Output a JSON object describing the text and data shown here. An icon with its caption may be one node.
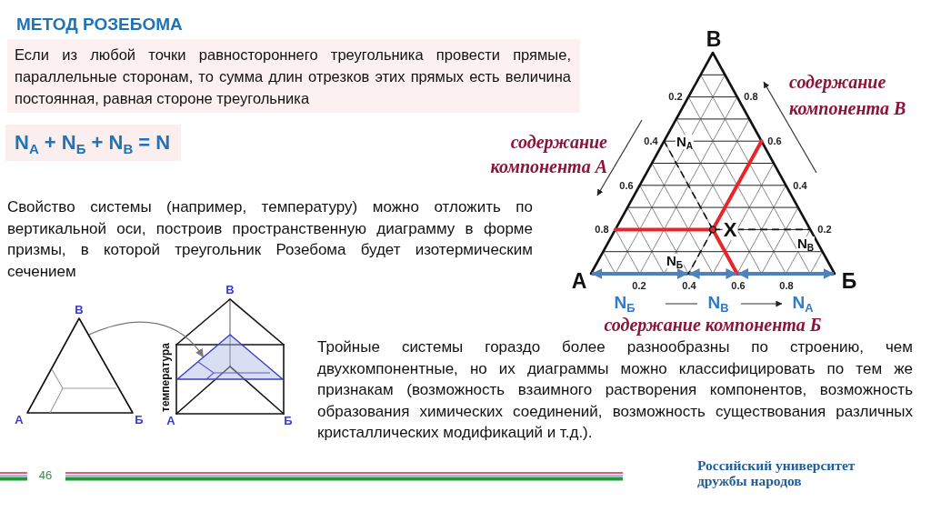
{
  "diagram": {
    "title": "МЕТОД РОЗЕБОМА",
    "nodes": [
      {
        "text": [
          "Если из любой точки равностороннего треугольника провести прямые, параллельные сторонам, то сумма длин отрезков этих прямых есть величина постоянная, равная стороне треугольника"
        ]
      },
      {
        "text": [
          "N$_{А}$ + N$_{Б}$ + N$_{В}$ = N"
        ]
      },
      {
        "text": [],
        "shape": "triangle",
        "beside": [
          "В",
          "А",
          "Б"
        ]
      },
      {
        "text": [],
        "shape": "triangle"
      }
    ],
    "edges": [
      {
        "from": 2,
        "to": 3,
        "arrow": "to"
      }
    ],
    "labels": [
      "Свойство системы (например, температуру) можно отложить по вертикальной оси, построив пространственную диаграмму в форме призмы, в которой треугольник Розебома будет изотермическим сечением",
      "В",
      "температура",
      "А",
      "Б",
      "В",
      "содержание компонента В",
      "0.2",
      "0.8",
      "содержание компонента А",
      "0.4",
      "N$_{А}$",
      "0.6",
      "0.6",
      "0.4",
      "0.8",
      "X",
      "0.2",
      "N$_{В}$",
      "N$_{Б}$",
      "А",
      "0.2",
      "0.4",
      "0.6",
      "0.8",
      "Б",
      "N$_{Б}$",
      "N$_{В}$",
      "N$_{А}$",
      "содержание компонента Б",
      "Тройные системы гораздо более разнообразны по строению, чем двухкомпонентные, но их диаграммы можно классифицировать по тем же признакам (возможность взаимного растворения компонентов, возможность образования химических соединений, возможность существования различных кристаллических модификаций и т.д.).",
      "46",
      "Российский университет дружбы народов"
    ]
  }
}
